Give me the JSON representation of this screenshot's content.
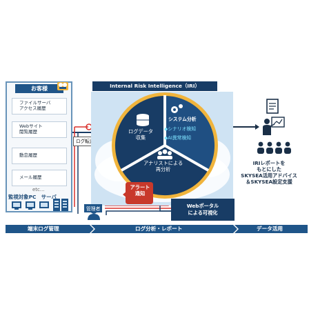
{
  "customer": {
    "header": "お客様",
    "logs": [
      {
        "lines": [
          "ファイルサーバ",
          "アクセス履歴"
        ]
      },
      {
        "lines": [
          "Webサイト",
          "閲覧履歴"
        ]
      },
      {
        "lines": [
          "動怠履歴"
        ]
      },
      {
        "lines": [
          "メール履歴"
        ]
      }
    ],
    "etc": "etc...",
    "terminals_label": "監視対象PC　サーバ"
  },
  "log_transfer": "ログ転送",
  "iri": {
    "title": "Internal Risk Intelligence（IRI）",
    "collect": [
      "ログデータ",
      "収集"
    ],
    "system_analysis": "システム分析",
    "bullets": [
      "◆シナリオ検知",
      "◆AI異常検知"
    ],
    "analyst": [
      "アナリストによる",
      "再分析"
    ]
  },
  "alert": [
    "アラート",
    "通知"
  ],
  "manager": "管理者",
  "portal": [
    "Webポータル",
    "による可視化"
  ],
  "report": [
    "IRIレポートを",
    "もとにした",
    "SKYSEA活用アドバイス",
    "＆SKYSEA設定支援"
  ],
  "bottom_bar": {
    "left": "端末ログ管理",
    "middle": "ログ分析・レポート",
    "right": "データ活用"
  },
  "colors": {
    "navy": "#183c65",
    "blue": "#1f5589",
    "light_blue": "#cfe3f3",
    "red": "#d9302c",
    "alert_red": "#c8392b",
    "gold": "#f0b43c"
  }
}
